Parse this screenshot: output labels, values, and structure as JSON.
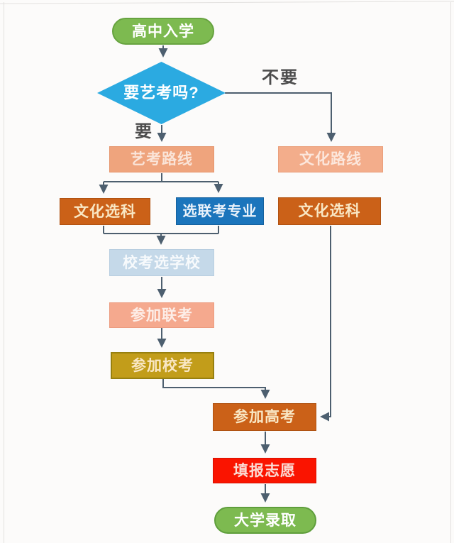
{
  "diagram": {
    "title_implicit": "",
    "background": "#FCFBFA",
    "connector_color": "#4D5F6F",
    "nodes": {
      "start": {
        "label": "高中入学",
        "type": "terminator",
        "fill": "#7DBA50",
        "border": "#67A340"
      },
      "decision": {
        "label": "要艺考吗?",
        "type": "decision",
        "fill": "#2BAAE1"
      },
      "art_route": {
        "label": "艺考路线",
        "type": "process",
        "fill": "#EFA47D"
      },
      "culture_route": {
        "label": "文化路线",
        "type": "process",
        "fill": "#F3AD8B"
      },
      "culture_subjects_left": {
        "label": "文化选科",
        "type": "process",
        "fill": "#CB6118"
      },
      "joint_exam_major": {
        "label": "选联考专业",
        "type": "process",
        "fill": "#1B75BC"
      },
      "culture_subjects_right": {
        "label": "文化选科",
        "type": "process",
        "fill": "#CB6118"
      },
      "school_exam_pick_school": {
        "label": "校考选学校",
        "type": "process",
        "fill": "#C5D9E9"
      },
      "take_joint_exam": {
        "label": "参加联考",
        "type": "process",
        "fill": "#F5A98E"
      },
      "take_school_exam": {
        "label": "参加校考",
        "type": "process",
        "fill": "#C29D1A",
        "border": "#97800F"
      },
      "take_gaokao": {
        "label": "参加高考",
        "type": "process",
        "fill": "#CB6118"
      },
      "fill_preferences": {
        "label": "填报志愿",
        "type": "process",
        "fill": "#FA1400",
        "border": "#D81000"
      },
      "university_admission": {
        "label": "大学录取",
        "type": "terminator",
        "fill": "#7DBA50",
        "border": "#5F9E3C"
      }
    },
    "edge_labels": {
      "yes": "要",
      "no": "不要"
    }
  }
}
